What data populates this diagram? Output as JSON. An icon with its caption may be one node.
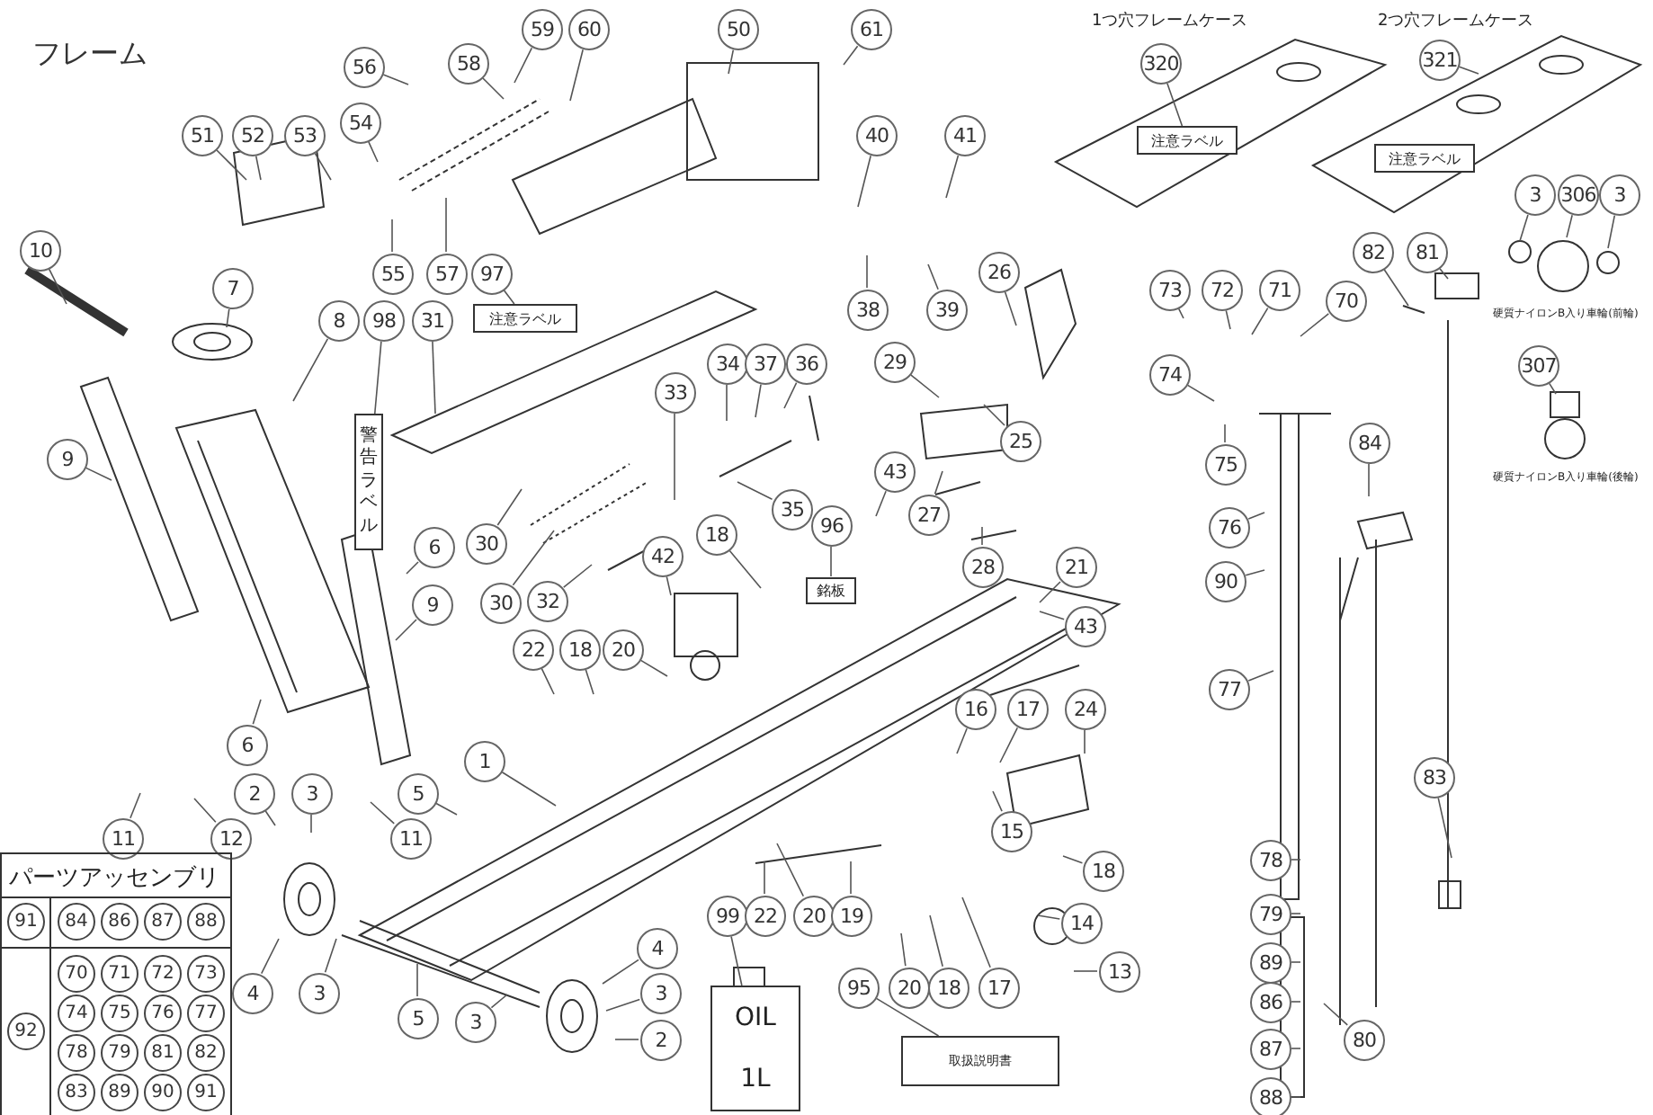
{
  "diagram": {
    "title": "フレーム",
    "nodes": [
      {
        "text": [
          "59"
        ]
      },
      {
        "text": [
          "60"
        ]
      },
      {
        "text": [
          "50"
        ]
      },
      {
        "text": [
          "61"
        ]
      },
      {
        "text": [
          "56"
        ]
      },
      {
        "text": [
          "58"
        ]
      },
      {
        "text": [
          "51"
        ]
      },
      {
        "text": [
          "52"
        ]
      },
      {
        "text": [
          "53"
        ]
      },
      {
        "text": [
          "54"
        ]
      },
      {
        "text": [
          "40"
        ]
      },
      {
        "text": [
          "41"
        ]
      },
      {
        "text": [
          "320"
        ],
        "beside": [
          "1つ穴フレームケース"
        ]
      },
      {
        "text": [
          "321"
        ],
        "beside": [
          "2つ穴フレームケース"
        ]
      },
      {
        "text": [
          "3"
        ]
      },
      {
        "text": [
          "306"
        ]
      },
      {
        "text": [
          "3"
        ]
      },
      {
        "text": [
          "82"
        ]
      },
      {
        "text": [
          "81"
        ]
      },
      {
        "text": [
          "55"
        ]
      },
      {
        "text": [
          "26"
        ]
      },
      {
        "text": [
          "73"
        ]
      },
      {
        "text": [
          "72"
        ]
      },
      {
        "text": [
          "71"
        ]
      },
      {
        "text": [
          "70"
        ]
      },
      {
        "text": [
          "10"
        ]
      },
      {
        "text": [
          "7"
        ]
      },
      {
        "text": [
          "57"
        ]
      },
      {
        "text": [
          "97"
        ]
      },
      {
        "text": [
          "8"
        ]
      },
      {
        "text": [
          "98"
        ]
      },
      {
        "text": [
          "31"
        ]
      },
      {
        "text": [
          "38"
        ]
      },
      {
        "text": [
          "39"
        ]
      },
      {
        "text": [
          "307"
        ]
      },
      {
        "text": [
          "34"
        ]
      },
      {
        "text": [
          "37"
        ]
      },
      {
        "text": [
          "36"
        ]
      },
      {
        "text": [
          "29"
        ]
      },
      {
        "text": [
          "74"
        ]
      },
      {
        "text": [
          "33"
        ]
      },
      {
        "text": [
          "84"
        ]
      },
      {
        "text": [
          "25"
        ]
      },
      {
        "text": [
          "9"
        ]
      },
      {
        "text": [
          "75"
        ]
      },
      {
        "text": [
          "43"
        ]
      },
      {
        "text": [
          "35"
        ]
      },
      {
        "text": [
          "27"
        ]
      },
      {
        "text": [
          "30"
        ]
      },
      {
        "text": [
          "76"
        ]
      },
      {
        "text": [
          "18"
        ]
      },
      {
        "text": [
          "6"
        ]
      },
      {
        "text": [
          "96"
        ]
      },
      {
        "text": [
          "42"
        ]
      },
      {
        "text": [
          "28"
        ]
      },
      {
        "text": [
          "21"
        ]
      },
      {
        "text": [
          "90"
        ]
      },
      {
        "text": [
          "30"
        ]
      },
      {
        "text": [
          "32"
        ]
      },
      {
        "text": [
          "9"
        ]
      },
      {
        "text": [
          "43"
        ]
      },
      {
        "text": [
          "22"
        ]
      },
      {
        "text": [
          "18"
        ]
      },
      {
        "text": [
          "20"
        ]
      },
      {
        "text": [
          "77"
        ]
      },
      {
        "text": [
          "1"
        ]
      },
      {
        "text": [
          "16"
        ]
      },
      {
        "text": [
          "17"
        ]
      },
      {
        "text": [
          "24"
        ]
      },
      {
        "text": [
          "83"
        ]
      },
      {
        "text": [
          "6"
        ]
      },
      {
        "text": [
          "2"
        ]
      },
      {
        "text": [
          "3"
        ]
      },
      {
        "text": [
          "5"
        ]
      },
      {
        "text": [
          "11"
        ]
      },
      {
        "text": [
          "12"
        ]
      },
      {
        "text": [
          "11"
        ]
      },
      {
        "text": [
          "15"
        ]
      },
      {
        "text": [
          "78"
        ]
      },
      {
        "text": [
          "18"
        ]
      },
      {
        "text": [
          "79"
        ]
      },
      {
        "text": [
          "99"
        ]
      },
      {
        "text": [
          "22"
        ]
      },
      {
        "text": [
          "20"
        ]
      },
      {
        "text": [
          "19"
        ]
      },
      {
        "text": [
          "14"
        ]
      },
      {
        "text": [
          "4"
        ]
      },
      {
        "text": [
          "89"
        ]
      },
      {
        "text": [
          "13"
        ]
      },
      {
        "text": [
          "95"
        ]
      },
      {
        "text": [
          "20"
        ]
      },
      {
        "text": [
          "18"
        ]
      },
      {
        "text": [
          "17"
        ]
      },
      {
        "text": [
          "3"
        ]
      },
      {
        "text": [
          "4"
        ]
      },
      {
        "text": [
          "3"
        ]
      },
      {
        "text": [
          "86"
        ]
      },
      {
        "text": [
          "5"
        ]
      },
      {
        "text": [
          "3"
        ]
      },
      {
        "text": [
          "2"
        ]
      },
      {
        "text": [
          "80"
        ]
      },
      {
        "text": [
          "87"
        ]
      },
      {
        "text": [
          "88"
        ]
      },
      {
        "text": [
          "注意ラベル"
        ]
      },
      {
        "text": [
          "注意ラベル"
        ]
      },
      {
        "text": [
          "注意ラベル"
        ]
      },
      {
        "text": [
          "警告ラベル"
        ]
      },
      {
        "text": [
          "銘板"
        ]
      },
      {
        "text": [
          "OIL",
          "1L"
        ]
      },
      {
        "text": [
          "取扱説明書"
        ]
      }
    ],
    "edges": [
      {
        "from": 0,
        "to": null,
        "arrow": "none"
      },
      {
        "from": 1,
        "to": null,
        "arrow": "none"
      },
      {
        "from": 2,
        "to": null,
        "arrow": "none"
      },
      {
        "from": 3,
        "to": null,
        "arrow": "none"
      },
      {
        "from": 4,
        "to": null,
        "arrow": "none"
      },
      {
        "from": 5,
        "to": null,
        "arrow": "none"
      },
      {
        "from": 6,
        "to": null,
        "arrow": "none"
      },
      {
        "from": 7,
        "to": null,
        "arrow": "none"
      },
      {
        "from": 8,
        "to": null,
        "arrow": "none"
      },
      {
        "from": 9,
        "to": null,
        "arrow": "none"
      },
      {
        "from": 10,
        "to": null,
        "arrow": "none"
      },
      {
        "from": 11,
        "to": null,
        "arrow": "none"
      },
      {
        "from": 12,
        "to": 103,
        "arrow": "none"
      },
      {
        "from": 13,
        "to": null,
        "arrow": "none"
      },
      {
        "from": 14,
        "to": null,
        "arrow": "none"
      },
      {
        "from": 15,
        "to": null,
        "arrow": "none"
      },
      {
        "from": 16,
        "to": null,
        "arrow": "none"
      },
      {
        "from": 17,
        "to": null,
        "arrow": "none"
      },
      {
        "from": 18,
        "to": null,
        "arrow": "none"
      },
      {
        "from": 19,
        "to": null,
        "arrow": "none"
      },
      {
        "from": 20,
        "to": null,
        "arrow": "none"
      },
      {
        "from": 21,
        "to": null,
        "arrow": "none"
      },
      {
        "from": 22,
        "to": null,
        "arrow": "none"
      },
      {
        "from": 23,
        "to": null,
        "arrow": "none"
      },
      {
        "from": 24,
        "to": null,
        "arrow": "none"
      },
      {
        "from": 25,
        "to": null,
        "arrow": "none"
      },
      {
        "from": 26,
        "to": null,
        "arrow": "none"
      },
      {
        "from": 27,
        "to": null,
        "arrow": "none"
      },
      {
        "from": 28,
        "to": 105,
        "arrow": "none"
      },
      {
        "from": 29,
        "to": null,
        "arrow": "none"
      },
      {
        "from": 30,
        "to": 106,
        "arrow": "none"
      },
      {
        "from": 31,
        "to": null,
        "arrow": "none"
      },
      {
        "from": 32,
        "to": null,
        "arrow": "none"
      },
      {
        "from": 33,
        "to": null,
        "arrow": "none"
      },
      {
        "from": 34,
        "to": null,
        "arrow": "none"
      },
      {
        "from": 35,
        "to": null,
        "arrow": "none"
      },
      {
        "from": 36,
        "to": null,
        "arrow": "none"
      },
      {
        "from": 37,
        "to": null,
        "arrow": "none"
      },
      {
        "from": 38,
        "to": null,
        "arrow": "none"
      },
      {
        "from": 39,
        "to": null,
        "arrow": "none"
      },
      {
        "from": 40,
        "to": null,
        "arrow": "none"
      },
      {
        "from": 41,
        "to": null,
        "arrow": "none"
      },
      {
        "from": 42,
        "to": null,
        "arrow": "none"
      },
      {
        "from": 43,
        "to": null,
        "arrow": "none"
      },
      {
        "from": 44,
        "to": null,
        "arrow": "none"
      },
      {
        "from": 45,
        "to": null,
        "arrow": "none"
      },
      {
        "from": 46,
        "to": null,
        "arrow": "none"
      },
      {
        "from": 47,
        "to": null,
        "arrow": "none"
      },
      {
        "from": 48,
        "to": null,
        "arrow": "none"
      },
      {
        "from": 49,
        "to": null,
        "arrow": "none"
      },
      {
        "from": 50,
        "to": null,
        "arrow": "none"
      },
      {
        "from": 51,
        "to": null,
        "arrow": "none"
      },
      {
        "from": 52,
        "to": 107,
        "arrow": "none"
      },
      {
        "from": 53,
        "to": null,
        "arrow": "none"
      },
      {
        "from": 54,
        "to": null,
        "arrow": "none"
      },
      {
        "from": 55,
        "to": null,
        "arrow": "none"
      },
      {
        "from": 56,
        "to": null,
        "arrow": "none"
      },
      {
        "from": 57,
        "to": null,
        "arrow": "none"
      },
      {
        "from": 58,
        "to": null,
        "arrow": "none"
      },
      {
        "from": 59,
        "to": null,
        "arrow": "none"
      },
      {
        "from": 60,
        "to": null,
        "arrow": "none"
      },
      {
        "from": 61,
        "to": null,
        "arrow": "none"
      },
      {
        "from": 62,
        "to": null,
        "arrow": "none"
      },
      {
        "from": 63,
        "to": null,
        "arrow": "none"
      },
      {
        "from": 64,
        "to": null,
        "arrow": "none"
      },
      {
        "from": 65,
        "to": null,
        "arrow": "none"
      },
      {
        "from": 66,
        "to": null,
        "arrow": "none"
      },
      {
        "from": 67,
        "to": null,
        "arrow": "none"
      },
      {
        "from": 68,
        "to": null,
        "arrow": "none"
      },
      {
        "from": 69,
        "to": null,
        "arrow": "none"
      },
      {
        "from": 70,
        "to": null,
        "arrow": "none"
      },
      {
        "from": 71,
        "to": null,
        "arrow": "none"
      },
      {
        "from": 72,
        "to": null,
        "arrow": "none"
      },
      {
        "from": 73,
        "to": null,
        "arrow": "none"
      },
      {
        "from": 74,
        "to": null,
        "arrow": "none"
      },
      {
        "from": 75,
        "to": null,
        "arrow": "none"
      },
      {
        "from": 76,
        "to": null,
        "arrow": "none"
      },
      {
        "from": 77,
        "to": null,
        "arrow": "none"
      },
      {
        "from": 78,
        "to": null,
        "arrow": "none"
      },
      {
        "from": 79,
        "to": null,
        "arrow": "none"
      },
      {
        "from": 80,
        "to": null,
        "arrow": "none"
      },
      {
        "from": 81,
        "to": 108,
        "arrow": "none"
      },
      {
        "from": 82,
        "to": null,
        "arrow": "none"
      },
      {
        "from": 83,
        "to": null,
        "arrow": "none"
      },
      {
        "from": 84,
        "to": null,
        "arrow": "none"
      },
      {
        "from": 85,
        "to": null,
        "arrow": "none"
      },
      {
        "from": 86,
        "to": null,
        "arrow": "none"
      },
      {
        "from": 87,
        "to": null,
        "arrow": "none"
      },
      {
        "from": 88,
        "to": null,
        "arrow": "none"
      },
      {
        "from": 89,
        "to": 109,
        "arrow": "none"
      },
      {
        "from": 90,
        "to": null,
        "arrow": "none"
      },
      {
        "from": 91,
        "to": null,
        "arrow": "none"
      },
      {
        "from": 92,
        "to": null,
        "arrow": "none"
      },
      {
        "from": 93,
        "to": null,
        "arrow": "none"
      },
      {
        "from": 94,
        "to": null,
        "arrow": "none"
      },
      {
        "from": 95,
        "to": null,
        "arrow": "none"
      },
      {
        "from": 96,
        "to": null,
        "arrow": "none"
      },
      {
        "from": 97,
        "to": null,
        "arrow": "none"
      },
      {
        "from": 98,
        "to": null,
        "arrow": "none"
      },
      {
        "from": 99,
        "to": null,
        "arrow": "none"
      },
      {
        "from": 100,
        "to": null,
        "arrow": "none"
      },
      {
        "from": 101,
        "to": null,
        "arrow": "none"
      },
      {
        "from": 102,
        "to": null,
        "arrow": "none"
      }
    ],
    "labels": [
      "硬質ナイロンB入り車輪(前輪)",
      "硬質ナイロンB入り車輪(後輪)",
      "パーツアッセンブリ",
      "91",
      "84",
      "86",
      "87",
      "88",
      "92",
      "70",
      "71",
      "72",
      "73",
      "74",
      "75",
      "76",
      "77",
      "78",
      "79",
      "81",
      "82",
      "83",
      "89",
      "90",
      "91"
    ]
  }
}
